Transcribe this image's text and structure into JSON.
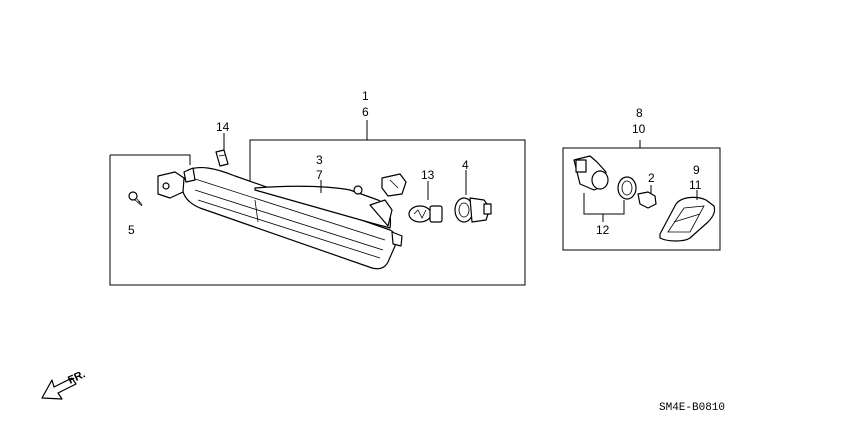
{
  "callouts": {
    "c1": "1",
    "c6": "6",
    "c3": "3",
    "c7": "7",
    "c13": "13",
    "c4": "4",
    "c14": "14",
    "c5": "5",
    "c8": "8",
    "c10": "10",
    "c2": "2",
    "c9": "9",
    "c11": "11",
    "c12": "12"
  },
  "direction_label": "FR.",
  "diagram_code": "SM4E-B0810"
}
